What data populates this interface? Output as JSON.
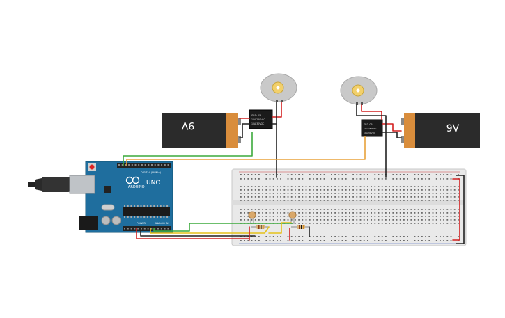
{
  "arduino": {
    "brand": "ARDUINO",
    "model": "UNO",
    "header_digital": "DIGITAL (PWM~)",
    "header_power": "POWER",
    "header_analog": "ANALOG IN",
    "color": "#1f6e9e"
  },
  "battery_left": {
    "label": "9V"
  },
  "battery_right": {
    "label": "9V"
  },
  "relay_left": {
    "line1": "SRD-05",
    "line2": "10A 250VAC",
    "line3": "10A 30VDC"
  },
  "relay_right": {
    "line1": "SRD-05",
    "line2": "10A 250VAC",
    "line3": "10A 30VDC"
  },
  "colors": {
    "wire_red": "#d32020",
    "wire_black": "#222222",
    "wire_green": "#3caa3c",
    "wire_orange": "#e8a23a",
    "wire_yellow": "#e6c21a",
    "breadboard": "#e9e9e9",
    "battery_body": "#2b2b2b",
    "battery_cap": "#d98d3c"
  }
}
